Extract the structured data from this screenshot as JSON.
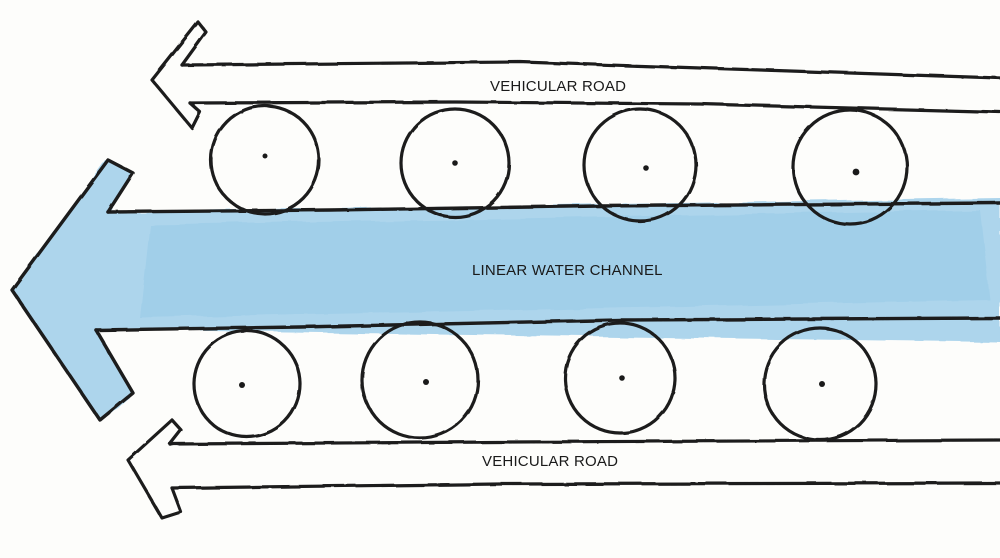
{
  "diagram": {
    "top_road_label": "VEHICULAR ROAD",
    "channel_label": "LINEAR WATER CHANNEL",
    "bottom_road_label": "VEHICULAR ROAD",
    "colors": {
      "water": "#a9d3ec",
      "water_dark": "#8cc4e6",
      "ink": "#1a1a1a",
      "paper": "#fdfdfb"
    },
    "icons": {
      "tree": "tree-canopy-icon",
      "road_arrow": "arrow-left-icon",
      "channel_arrow": "arrow-left-icon"
    }
  }
}
